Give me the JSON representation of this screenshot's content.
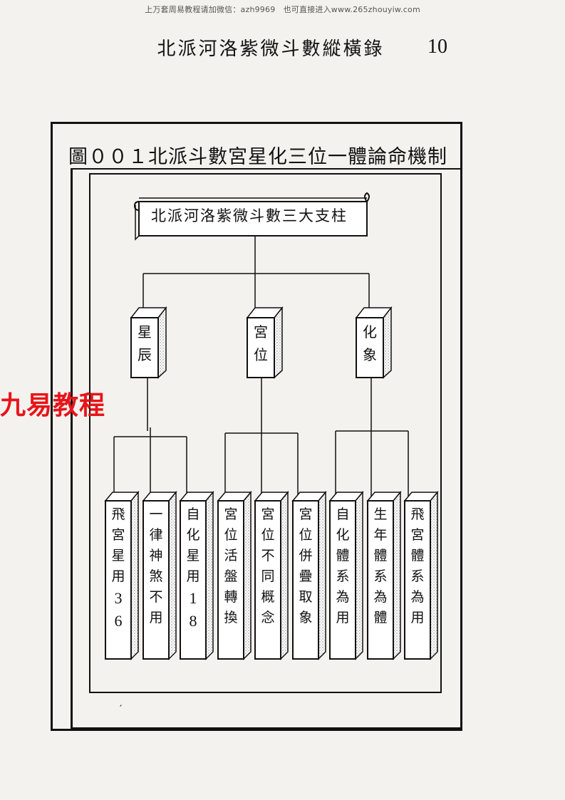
{
  "header": {
    "top_note": "上万套周易教程请加微信：azh9969　也可直接进入www.265zhouyiw.com",
    "book_title": "北派河洛紫微斗數縱橫錄",
    "page_number": "10"
  },
  "figure": {
    "title": "圖００１北派斗數宮星化三位一體論命機制",
    "root": "北派河洛紫微斗數三大支柱",
    "pillars": [
      {
        "label": "星辰",
        "chars": [
          "星",
          "辰"
        ],
        "leaves": [
          {
            "label": "飛宮星用36",
            "chars": [
              "飛",
              "宮",
              "星",
              "用",
              "3",
              "6"
            ]
          },
          {
            "label": "一律神煞不用",
            "chars": [
              "一",
              "律",
              "神",
              "煞",
              "不",
              "用"
            ]
          },
          {
            "label": "自化星用18",
            "chars": [
              "自",
              "化",
              "星",
              "用",
              "1",
              "8"
            ]
          }
        ]
      },
      {
        "label": "宮位",
        "chars": [
          "宮",
          "位"
        ],
        "leaves": [
          {
            "label": "宮位活盤轉換",
            "chars": [
              "宮",
              "位",
              "活",
              "盤",
              "轉",
              "換"
            ]
          },
          {
            "label": "宮位不同概念",
            "chars": [
              "宮",
              "位",
              "不",
              "同",
              "概",
              "念"
            ]
          },
          {
            "label": "宮位併疊取象",
            "chars": [
              "宮",
              "位",
              "併",
              "疊",
              "取",
              "象"
            ]
          }
        ]
      },
      {
        "label": "化象",
        "chars": [
          "化",
          "象"
        ],
        "leaves": [
          {
            "label": "自化體系為用",
            "chars": [
              "自",
              "化",
              "體",
              "系",
              "為",
              "用"
            ]
          },
          {
            "label": "生年體系為體",
            "chars": [
              "生",
              "年",
              "體",
              "系",
              "為",
              "體"
            ]
          },
          {
            "label": "飛宮體系為用",
            "chars": [
              "飛",
              "宮",
              "體",
              "系",
              "為",
              "用"
            ]
          }
        ]
      }
    ]
  },
  "watermark": "九易教程",
  "stray_mark": "′"
}
